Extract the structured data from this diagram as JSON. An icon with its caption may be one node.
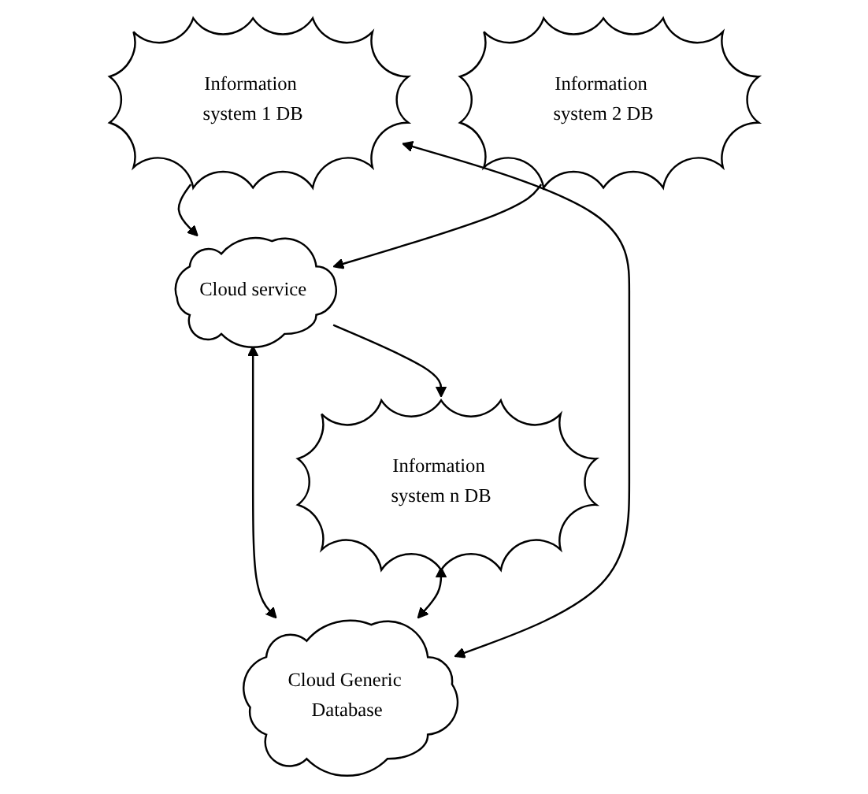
{
  "diagram": {
    "nodes": [
      {
        "text": [
          "Information system 1 DB"
        ]
      },
      {
        "text": [
          "Information system 2 DB"
        ]
      },
      {
        "text": [
          "Cloud service"
        ]
      },
      {
        "text": [
          "Cloud Generic Database"
        ]
      },
      {
        "text": [
          "Information system n DB"
        ]
      }
    ],
    "edges": [
      {
        "from": 0,
        "to": 2,
        "arrow": "to"
      },
      {
        "from": 1,
        "to": 2,
        "arrow": "to"
      },
      {
        "from": 2,
        "to": 3,
        "arrow": "both"
      },
      {
        "from": 3,
        "to": 0,
        "arrow": "both"
      },
      {
        "from": 2,
        "to": 4,
        "arrow": "to"
      },
      {
        "from": 4,
        "to": 3,
        "arrow": "both"
      }
    ]
  }
}
